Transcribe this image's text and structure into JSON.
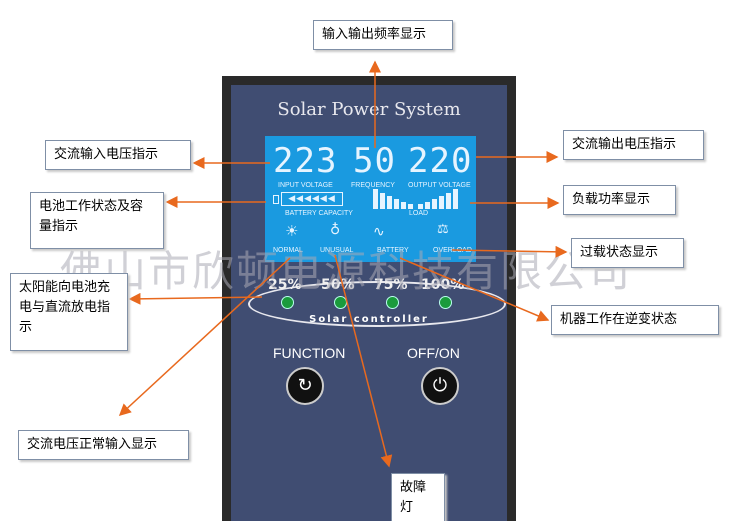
{
  "device": {
    "title": "Solar Power System",
    "lcd": {
      "input_voltage": "223",
      "frequency": "50",
      "output_voltage": "220",
      "input_voltage_label": "INPUT VOLTAGE",
      "frequency_label": "FREQUENCY",
      "output_voltage_label": "OUTPUT VOLTAGE",
      "battery_capacity_label": "BATTERY CAPACITY",
      "load_label": "LOAD",
      "status_labels": [
        "NORMAL",
        "UNUSUAL",
        "BATTERY",
        "OVERLOAD"
      ]
    },
    "percent_labels": [
      "25%",
      "50%",
      "75%",
      "100%"
    ],
    "controller_label": "Solar controller",
    "function_label": "FUNCTION",
    "offon_label": "OFF/ON",
    "led_color": "#1a9b3c",
    "lcd_color": "#1a9ae0"
  },
  "annotations": {
    "frequency": "输入输出频率显示",
    "input_voltage": "交流输入电压指示",
    "output_voltage": "交流输出电压指示",
    "battery": "电池工作状态及容量指示",
    "load": "负载功率显示",
    "overload": "过载状态显示",
    "solar": "太阳能向电池充电与直流放电指示",
    "inverter": "机器工作在逆变状态",
    "ac_normal": "交流电压正常输入显示",
    "fault": "故障灯"
  },
  "watermark": "佛山市欣顿电源科技有限公司",
  "arrow_color": "#e8691e"
}
